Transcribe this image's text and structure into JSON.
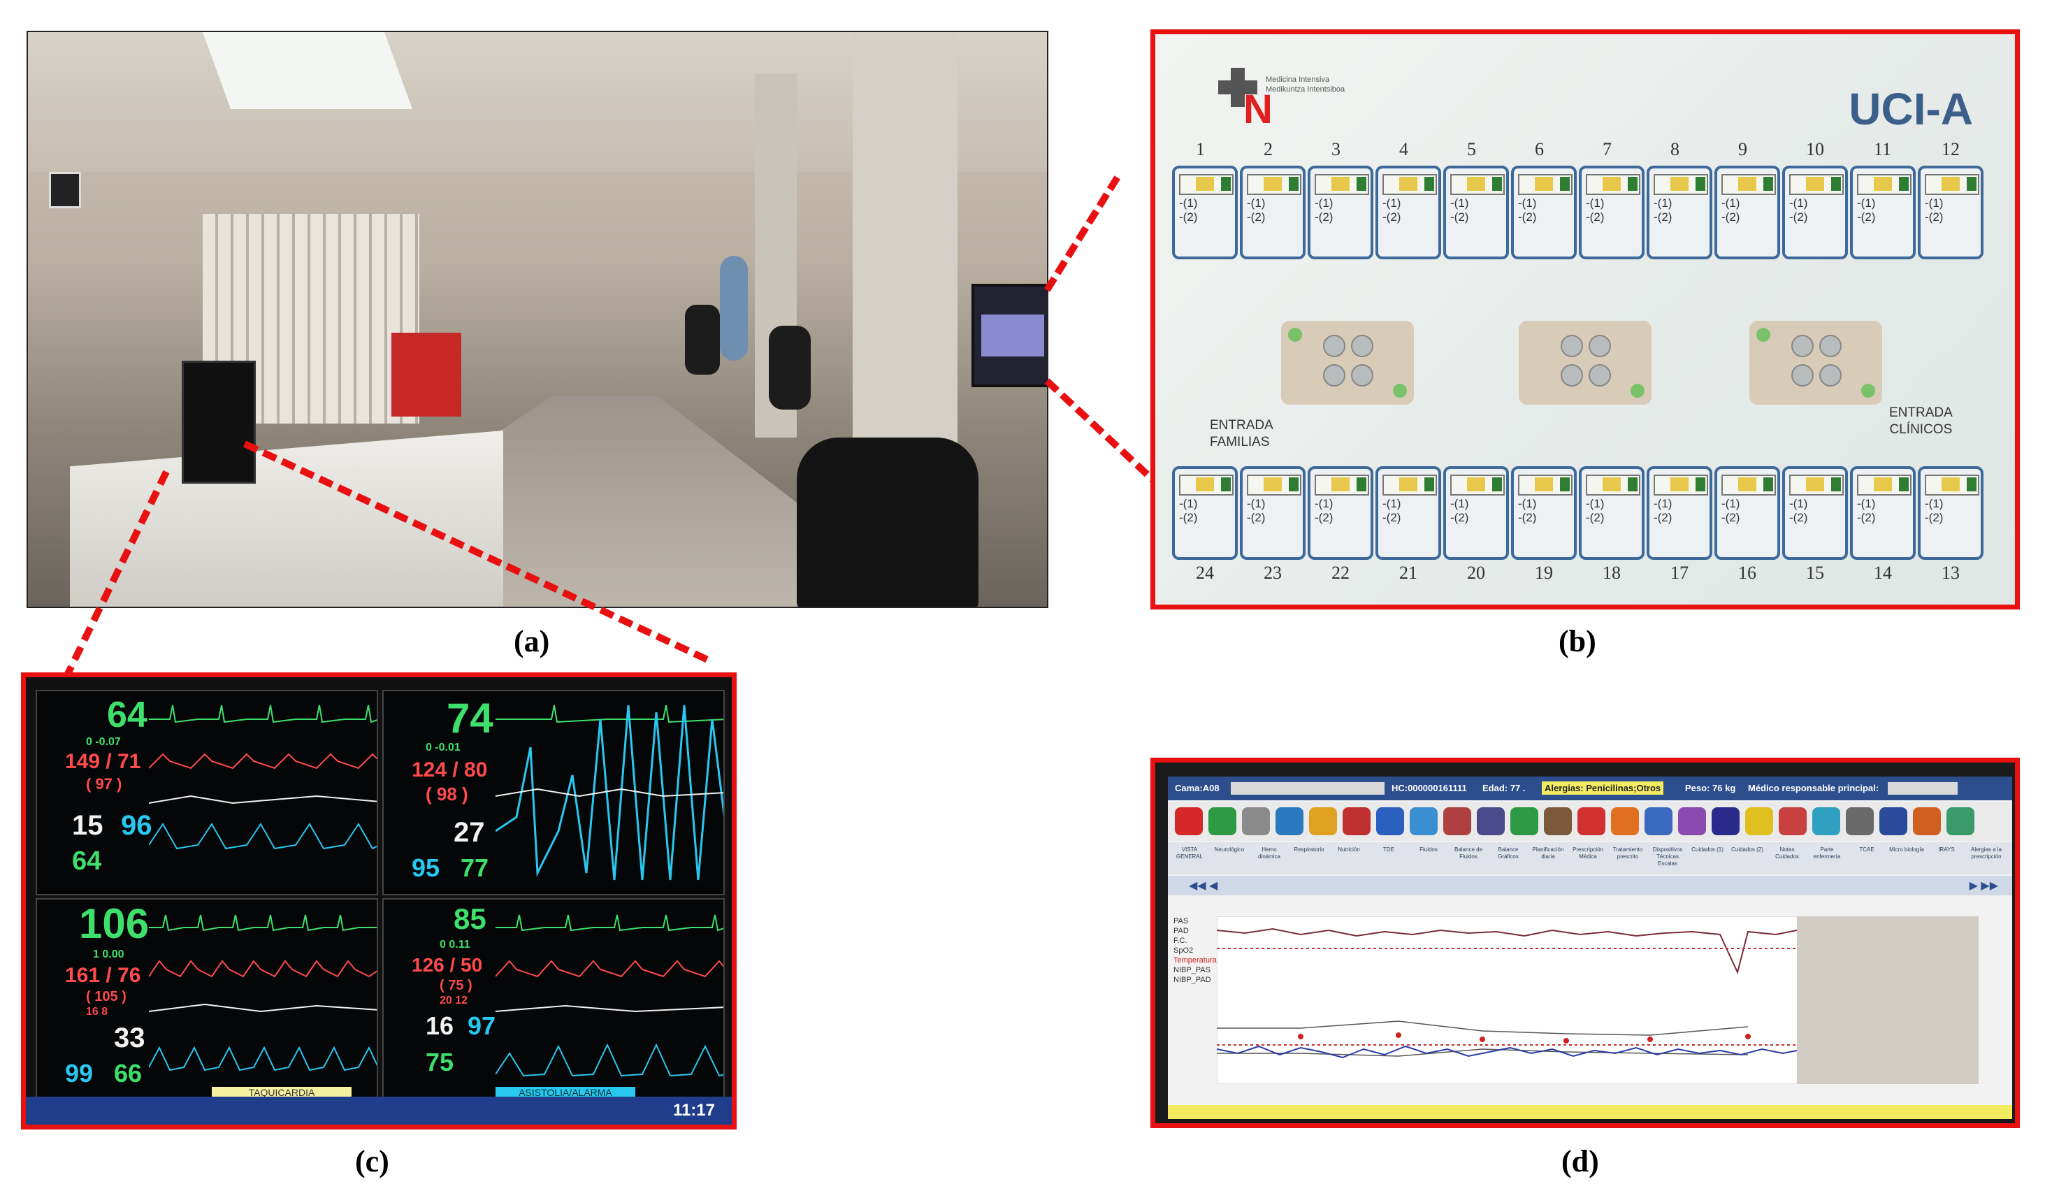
{
  "captions": {
    "a": "(a)",
    "b": "(b)",
    "c": "(c)",
    "d": "(d)"
  },
  "panel_b": {
    "logo_lines": [
      "Medicina Intensiva",
      "Medikuntza Intentsiboa"
    ],
    "title": "UCI-A",
    "entrance_families": [
      "ENTRADA",
      "FAMILIAS"
    ],
    "entrance_clinicians": [
      "ENTRADA",
      "CLÍNICOS"
    ],
    "bed_slot_lines": [
      "-(1)",
      "-(2)"
    ],
    "top_beds": [
      "1",
      "2",
      "3",
      "4",
      "5",
      "6",
      "7",
      "8",
      "9",
      "10",
      "11",
      "12"
    ],
    "bottom_beds": [
      "24",
      "23",
      "22",
      "21",
      "20",
      "19",
      "18",
      "17",
      "16",
      "15",
      "14",
      "13"
    ]
  },
  "panel_c": {
    "monitors": [
      {
        "vitals": [
          "64",
          "0 -0.07",
          "149 / 71",
          "( 97 )",
          "15",
          "96",
          "64"
        ]
      },
      {
        "vitals": [
          "74",
          "0 -0.01",
          "124 / 80",
          "( 98 )",
          "27",
          "95",
          "77"
        ]
      },
      {
        "vitals": [
          "106",
          "1 0.00",
          "161 / 76",
          "( 105 )",
          "16  8",
          "33",
          "99",
          "66"
        ]
      },
      {
        "vitals": [
          "85",
          "0 0.11",
          "126 / 50",
          "( 75 )",
          "20  12",
          "16",
          "97",
          "75"
        ]
      }
    ],
    "alarm_left": "TAQUICARDIA",
    "alarm_right": "ASISTOLIA/ALARMA",
    "time": "11:17"
  },
  "panel_d": {
    "header": {
      "bed": "Cama:A08",
      "hc": "HC:000000161111",
      "age": "Edad: 77 .",
      "allergies": "Alergias: Penicilinas;Otros",
      "weight": "Peso: 76 kg",
      "doctor": "Médico responsable principal:"
    },
    "tabs": [
      "VISTA GENERAL",
      "Neurológico",
      "Hemo dinámica",
      "Respiratorio",
      "Nutrición",
      "TDE",
      "Fluidos",
      "Balance de Fluidos",
      "Balance Gráficos",
      "Planificación diaria",
      "Prescripción Médica",
      "Tratamiento prescrito",
      "Dispositivos Técnicas Escalas",
      "Cuidados (1)",
      "Cuidados (2)",
      "Notas Cuidados",
      "Parte enfermería",
      "TCAE",
      "Micro biología",
      "IRAYS",
      "Alergias a la prescripción"
    ],
    "legend": [
      "PAS",
      "PAD",
      "F.C.",
      "SpO2",
      "Temperatura",
      "NIBP_PAS",
      "NIBP_PAD"
    ],
    "colors": {
      "pas": "#7a2a3a",
      "spo2": "#2a3aa8",
      "temp": "#d02020"
    }
  }
}
